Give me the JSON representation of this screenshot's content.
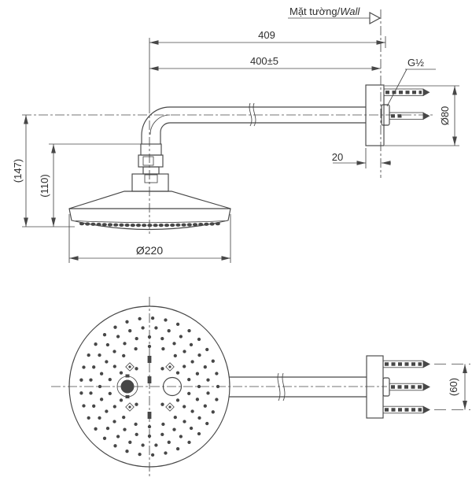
{
  "colors": {
    "line": "#474747",
    "text": "#2e2e2e",
    "background": "#ffffff"
  },
  "wall_annotation": {
    "label_vi": "Mặt tường/",
    "label_en": "Wall"
  },
  "dimensions": {
    "arm_overall": {
      "label": "409"
    },
    "arm_to_wall": {
      "label": "400±5"
    },
    "thread_type": {
      "label": "G½"
    },
    "flange_diameter": {
      "label": "Ø80"
    },
    "flange_depth": {
      "label": "20"
    },
    "overall_height": {
      "label": "(147)"
    },
    "head_height": {
      "label": "(110)"
    },
    "head_diameter": {
      "label": "Ø220"
    },
    "pin_spacing": {
      "label": "(60)"
    }
  }
}
